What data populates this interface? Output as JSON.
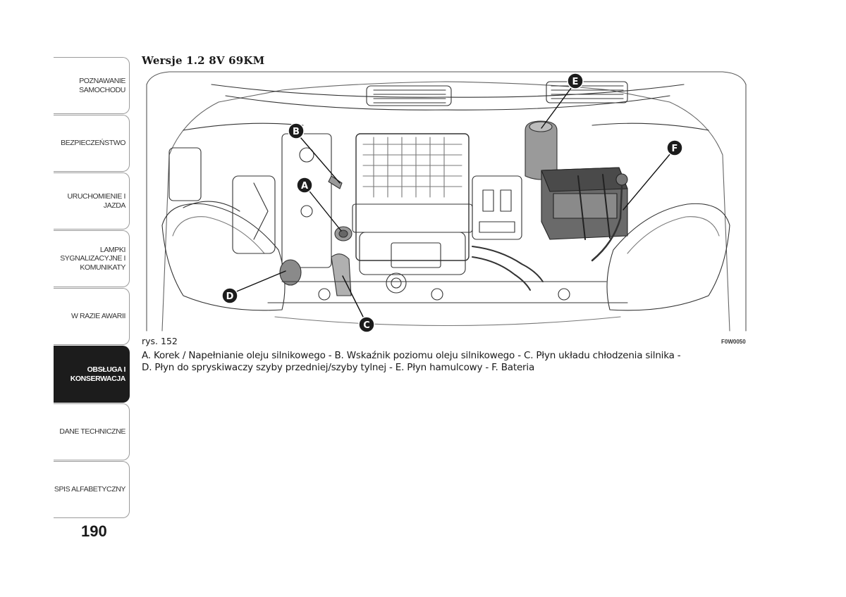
{
  "sidebar": {
    "tabs": [
      {
        "label": "POZNAWANIE\nSAMOCHODU",
        "active": false
      },
      {
        "label": "BEZPIECZEŃSTWO",
        "active": false
      },
      {
        "label": "URUCHOMIENIE I\nJAZDA",
        "active": false
      },
      {
        "label": "LAMPKI\nSYGNALIZACYJNE I\nKOMUNIKATY",
        "active": false
      },
      {
        "label": "W RAZIE AWARII",
        "active": false
      },
      {
        "label": "OBSŁUGA I\nKONSERWACJA",
        "active": true
      },
      {
        "label": "DANE TECHNICZNE",
        "active": false
      },
      {
        "label": "SPIS ALFABETYCZNY",
        "active": false
      }
    ]
  },
  "page_number": "190",
  "section_title": "Wersje 1.2 8V 69KM",
  "figure": {
    "callouts": [
      "A",
      "B",
      "C",
      "D",
      "E",
      "F"
    ],
    "label": "rys. 152",
    "code": "F0W0050"
  },
  "caption": {
    "line1": "A. Korek / Napełnianie oleju silnikowego - B. Wskaźnik poziomu oleju silnikowego - C. Płyn układu chłodzenia silnika -",
    "line2": "D. Płyn do spryskiwaczy szyby przedniej/szyby tylnej - E. Płyn hamulcowy - F. Bateria"
  },
  "colors": {
    "active_tab_bg": "#1c1c1c",
    "tab_border": "#9a9a9a",
    "callout_fill": "#1c1c1c"
  }
}
